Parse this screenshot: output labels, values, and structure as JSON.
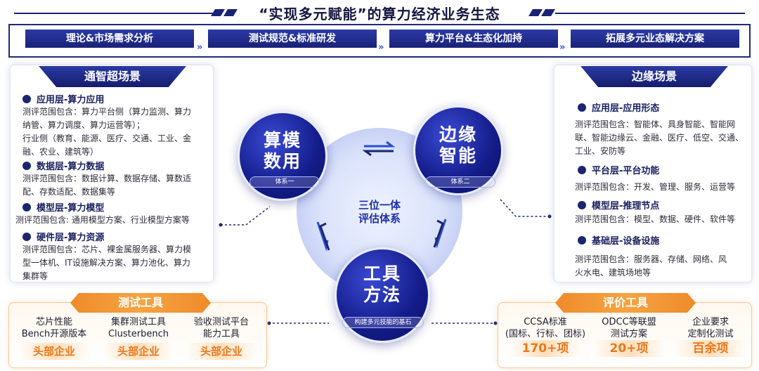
{
  "title": "“实现多元赋能”的算力经济业务生态",
  "stages": [
    "理论&市场需求分析",
    "测试规范&标准研发",
    "算力平台&生态化加持",
    "拓展多元业态解决方案"
  ],
  "chevron": "»",
  "left_panel": {
    "title": "通智超场景",
    "layers": [
      {
        "name": "应用层-算力应用",
        "desc": [
          "测评范围包含：算力平台侧（算力监测、算力",
          "纳管、算力调度、算力运营等）；",
          "行业侧（教育、能源、医疗、交通、工业、金",
          "融、农业、建筑等）"
        ]
      },
      {
        "name": "数据层-算力数据",
        "desc": [
          "测评范围包含：数据计算、数据存储、算数适",
          "配、存数适配、数据集等"
        ]
      },
      {
        "name": "模型层-算力模型",
        "desc": [
          "测评范围包含: 通用模型方案、行业模型方案等"
        ]
      },
      {
        "name": "硬件层-算力资源",
        "desc": [
          "测评范围包含：芯片、裸金属服务器、算力模",
          "型一体机、IT设施解决方案、算力池化、算力",
          "集群等"
        ]
      }
    ]
  },
  "right_panel": {
    "title": "边缘场景",
    "layers": [
      {
        "name": "应用层-应用形态",
        "desc": [
          "测评范围包含：智能体、具身智能、智能网",
          "联、智能边缘云、金融、医疗、低空、交通、",
          "工业、安防等"
        ]
      },
      {
        "name": "平台层-平台功能",
        "desc": [
          "测评范围包含：开发、管理、服务、运营等"
        ]
      },
      {
        "name": "模型层-推理节点",
        "desc": [
          "测评范围包含：模型、数据、硬件、软件等"
        ]
      },
      {
        "name": "基础层-设备设施",
        "desc": [
          "测评范围包含：服务器、存储、网络、风",
          "火水电、建筑场地等"
        ]
      }
    ]
  },
  "hub": {
    "circle1": {
      "line1": "算模",
      "line2": "数用",
      "label": "体系一"
    },
    "circle2": {
      "line1": "边缘",
      "line2": "智能",
      "label": "体系二"
    },
    "circle3": {
      "line1": "工具",
      "line2": "方法",
      "label": "构建多元技能的基石"
    },
    "center_line1": "三位一体",
    "center_line2": "评估体系"
  },
  "test_tools": {
    "title": "测试工具",
    "items": [
      {
        "line1": "芯片性能",
        "line2": "Bench开源版本",
        "value": "头部企业"
      },
      {
        "line1": "集群测试工具",
        "line2": "Clusterbench",
        "value": "头部企业"
      },
      {
        "line1": "验收测试平台",
        "line2": "能力工具",
        "value": "头部企业"
      }
    ]
  },
  "eval_tools": {
    "title": "评价工具",
    "items": [
      {
        "line1": "CCSA标准",
        "line2": "(国标、行标、团标)",
        "value": "170+项"
      },
      {
        "line1": "ODCC等联盟",
        "line2": "测试方案",
        "value": "20+项"
      },
      {
        "line1": "企业要求",
        "line2": "定制化测试",
        "value": "百余项"
      }
    ]
  },
  "colors": {
    "navy": "#1a2277",
    "accent_blue": "#2b57d6",
    "orange": "#f08a2a"
  }
}
